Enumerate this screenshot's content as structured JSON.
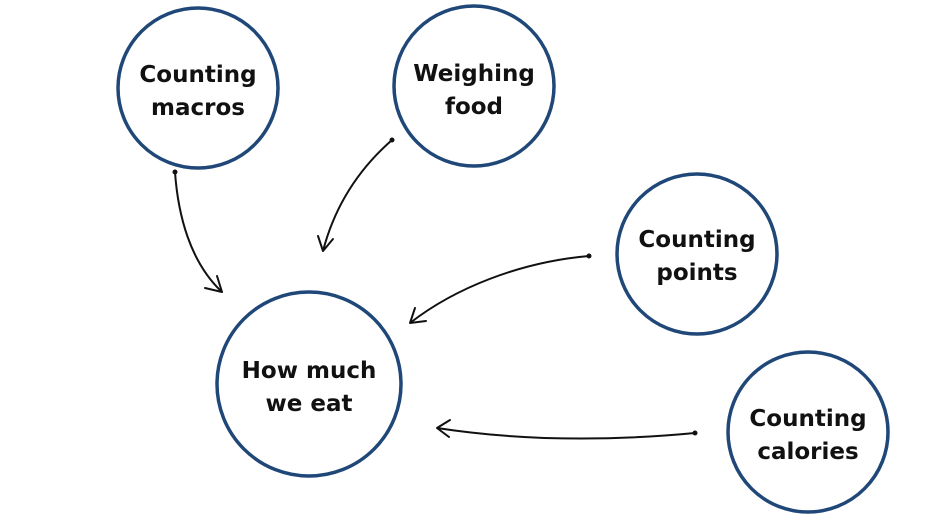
{
  "diagram": {
    "center": {
      "line1": "How much",
      "line2": "we eat"
    },
    "sources": [
      {
        "line1": "Counting",
        "line2": "macros"
      },
      {
        "line1": "Weighing",
        "line2": "food"
      },
      {
        "line1": "Counting",
        "line2": "points"
      },
      {
        "line1": "Counting",
        "line2": "calories"
      }
    ],
    "colors": {
      "circle_stroke": "#1f4778",
      "text": "#111111",
      "arrow": "#111111"
    }
  }
}
